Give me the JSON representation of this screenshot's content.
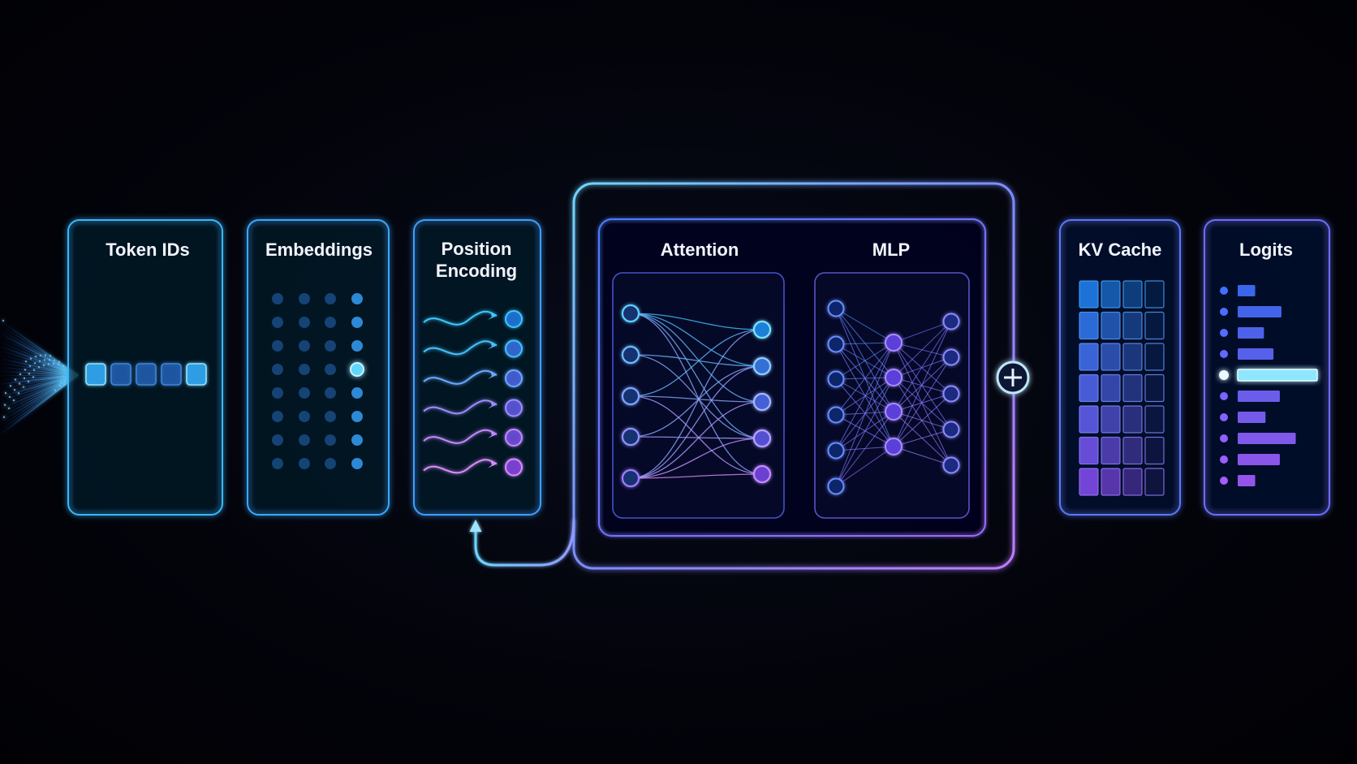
{
  "stages": {
    "token_ids": {
      "title": "Token IDs"
    },
    "embeddings": {
      "title": "Embeddings"
    },
    "position_encoding": {
      "title_line1": "Position",
      "title_line2": "Encoding"
    },
    "attention": {
      "title": "Attention"
    },
    "mlp": {
      "title": "MLP"
    },
    "kv_cache": {
      "title": "KV Cache"
    },
    "logits": {
      "title": "Logits"
    }
  },
  "logits": {
    "bar_levels": [
      0.22,
      0.55,
      0.33,
      0.45,
      1.0,
      0.53,
      0.35,
      0.73,
      0.53,
      0.22
    ],
    "highlighted_index": 4
  },
  "colors": {
    "cyan": "#3ec6ff",
    "blue": "#3f7dff",
    "violet": "#8a5cff",
    "pink": "#d88cff"
  },
  "icons": {
    "residual_add": "plus-circle-icon"
  }
}
